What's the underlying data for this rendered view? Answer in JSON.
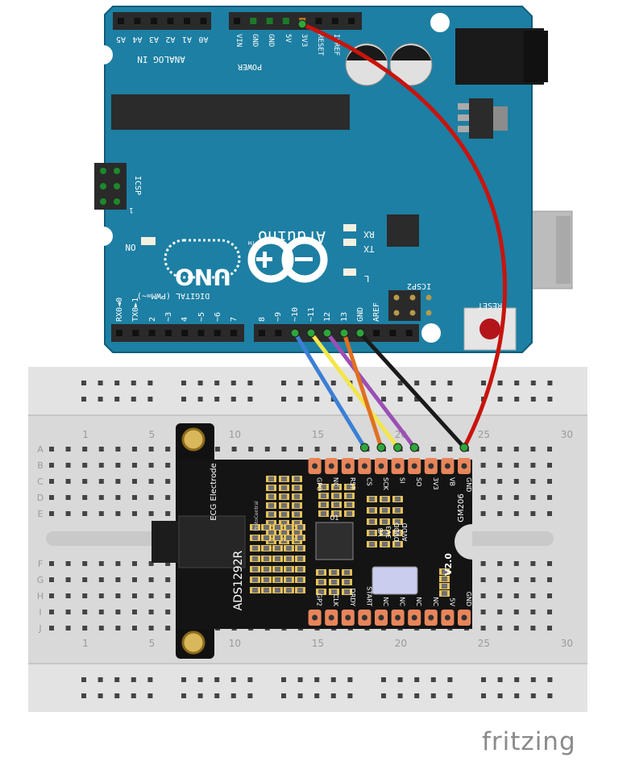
{
  "arduino": {
    "logo_text": "Arduino",
    "trademark": "TM",
    "model": "UNO",
    "analog_header_label": "ANALOG IN",
    "analog_pins": [
      "A5",
      "A4",
      "A3",
      "A2",
      "A1",
      "A0"
    ],
    "power_header_label": "POWER",
    "power_pins": [
      "VIN",
      "GND",
      "GND",
      "5V",
      "3V3",
      "RESET",
      "IOREF"
    ],
    "digital_header_label": "DIGITAL (PWM=~)",
    "digital_pins_low": [
      "RX0◄0",
      "TX0►1",
      "2",
      "~3",
      "4",
      "~5",
      "~6",
      "7"
    ],
    "digital_pins_high": [
      "8",
      "~9",
      "~10",
      "~11",
      "12",
      "13",
      "GND",
      "AREF"
    ],
    "icsp_label": "ICSP",
    "icsp2_label": "ICSP2",
    "icsp_pin1": "1",
    "led_on": "ON",
    "led_rx": "RX",
    "led_tx": "TX",
    "led_l": "L",
    "reset_label": "RESET"
  },
  "breadboard": {
    "row_letters": [
      "A",
      "B",
      "C",
      "D",
      "E",
      "F",
      "G",
      "H",
      "I",
      "J"
    ],
    "column_numbers": [
      "1",
      "5",
      "10",
      "15",
      "20",
      "25",
      "30"
    ]
  },
  "module": {
    "name": "ADS1292R",
    "electrode_label": "ECG Electrode",
    "brand_label": "ProtoCentral",
    "version_label": "V2.0",
    "module_id": "GM206",
    "top_pins": [
      "GND",
      "VB",
      "3V3",
      "SO",
      "SI",
      "SCK",
      "CS",
      "RST",
      "NC",
      "GPO"
    ],
    "bottom_pins": [
      "GND",
      "5V",
      "NC",
      "NC",
      "NC",
      "NC",
      "START",
      "DRDY",
      "CLK",
      "GP2"
    ],
    "chip_label": "U1",
    "side_labels": [
      "AVDD",
      "DVDD",
      "3V3",
      "VB"
    ]
  },
  "wires": [
    {
      "from": "~10",
      "to": "CS",
      "color": "#3b7fd6"
    },
    {
      "from": "~11",
      "to": "SI",
      "color": "#f2e64a"
    },
    {
      "from": "12",
      "to": "SO",
      "color": "#9b4fb5"
    },
    {
      "from": "13",
      "to": "SCK",
      "color": "#e07020"
    },
    {
      "from": "GND",
      "to": "GND",
      "color": "#1a1a1a"
    },
    {
      "from": "3V3",
      "to": "3V3",
      "color": "#c8140c"
    }
  ],
  "watermark": "fritzing"
}
